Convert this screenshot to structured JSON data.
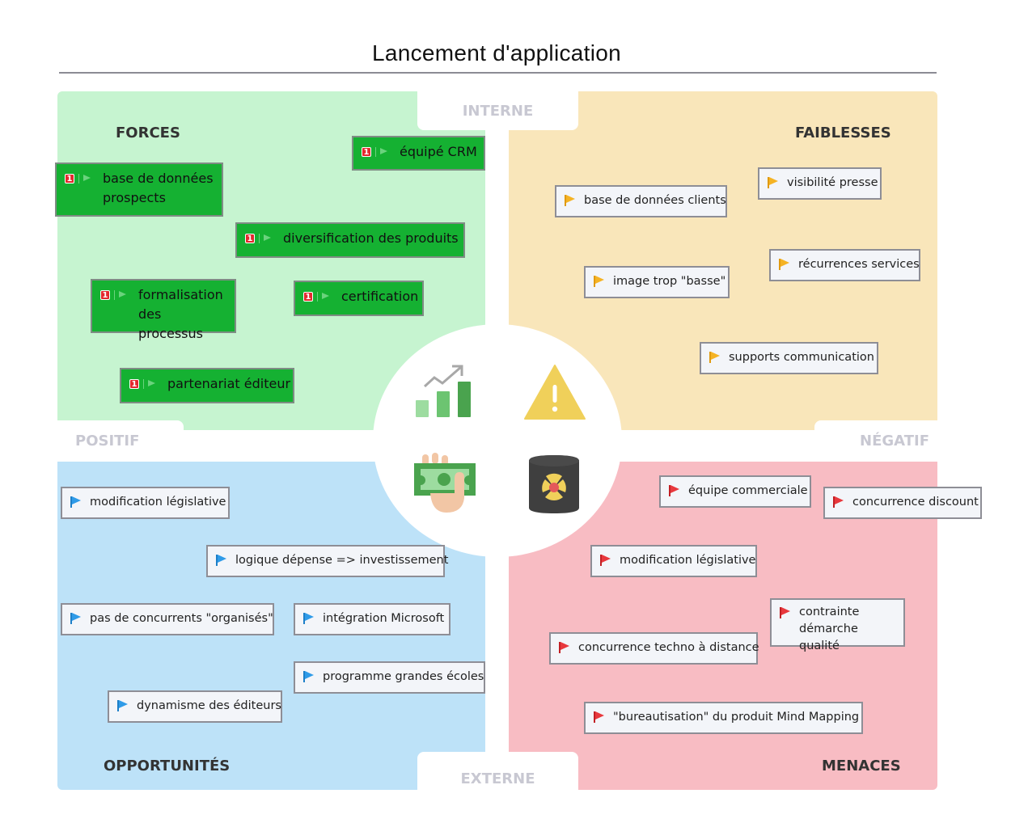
{
  "title": "Lancement d'application",
  "axes": {
    "top": "INTERNE",
    "bottom": "EXTERNE",
    "left": "POSITIF",
    "right": "NÉGATIF"
  },
  "colors": {
    "forces_bg": "#c6f4d0",
    "faiblesses_bg": "#f9e6ba",
    "opportunites_bg": "#bde2f8",
    "menaces_bg": "#f8bcc3",
    "forces_node": "#15b132",
    "flag_green": "#6ad37d",
    "flag_orange": "#f5b324",
    "flag_blue": "#2f9be8",
    "flag_red": "#e8383d",
    "priority_badge": "#e3282d"
  },
  "center_icons": [
    "growth-chart-icon",
    "warning-triangle-icon",
    "money-in-hand-icon",
    "radioactive-barrel-icon"
  ],
  "quadrants": {
    "forces": {
      "label": "FORCES",
      "items": [
        {
          "text": "équipé CRM",
          "priority": "1",
          "flag": "green"
        },
        {
          "text": "base de données\nprospects",
          "priority": "1",
          "flag": "green"
        },
        {
          "text": "diversification des produits",
          "priority": "1",
          "flag": "green"
        },
        {
          "text": "formalisation\ndes processus",
          "priority": "1",
          "flag": "green"
        },
        {
          "text": "certification",
          "priority": "1",
          "flag": "green"
        },
        {
          "text": "partenariat éditeur",
          "priority": "1",
          "flag": "green"
        }
      ]
    },
    "faiblesses": {
      "label": "FAIBLESSES",
      "items": [
        {
          "text": "visibilité presse",
          "flag": "orange"
        },
        {
          "text": "base de données clients",
          "flag": "orange"
        },
        {
          "text": "récurrences services",
          "flag": "orange"
        },
        {
          "text": "image trop \"basse\"",
          "flag": "orange"
        },
        {
          "text": "supports communication",
          "flag": "orange"
        }
      ]
    },
    "opportunites": {
      "label": "OPPORTUNITÉS",
      "items": [
        {
          "text": "modification législative",
          "flag": "blue"
        },
        {
          "text": "logique dépense => investissement",
          "flag": "blue"
        },
        {
          "text": "pas de concurrents \"organisés\"",
          "flag": "blue"
        },
        {
          "text": "intégration Microsoft",
          "flag": "blue"
        },
        {
          "text": "programme grandes écoles",
          "flag": "blue"
        },
        {
          "text": "dynamisme des éditeurs",
          "flag": "blue"
        }
      ]
    },
    "menaces": {
      "label": "MENACES",
      "items": [
        {
          "text": "équipe commerciale",
          "flag": "red"
        },
        {
          "text": "concurrence discount",
          "flag": "red"
        },
        {
          "text": "modification législative",
          "flag": "red"
        },
        {
          "text": "contrainte\ndémarche qualité",
          "flag": "red"
        },
        {
          "text": "concurrence techno à distance",
          "flag": "red"
        },
        {
          "text": "\"bureautisation\" du produit Mind Mapping",
          "flag": "red"
        }
      ]
    }
  }
}
